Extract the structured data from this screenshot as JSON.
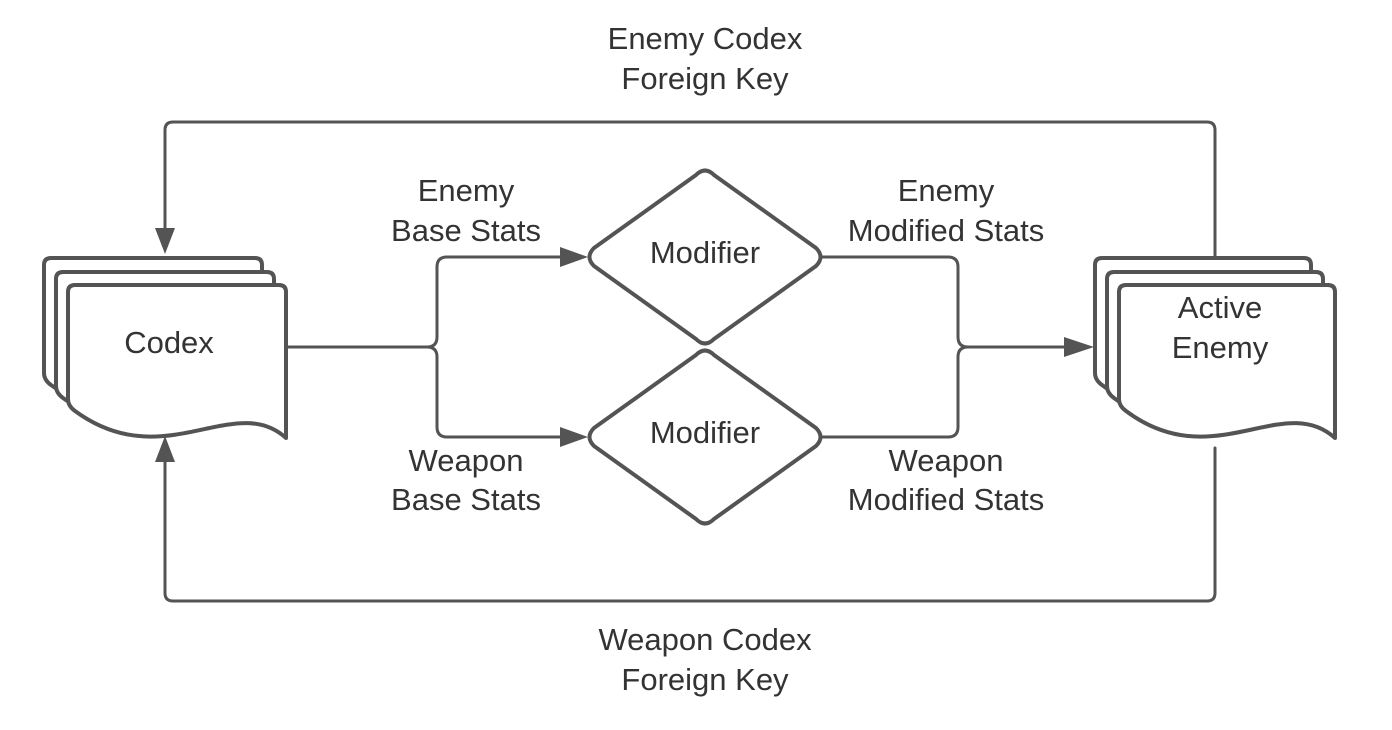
{
  "colors": {
    "stroke": "#545454",
    "text": "#333333",
    "background": "#ffffff"
  },
  "nodes": {
    "codex": {
      "shape": "multi-document",
      "label": "Codex"
    },
    "modifier_top": {
      "shape": "diamond",
      "label": "Modifier"
    },
    "modifier_bottom": {
      "shape": "diamond",
      "label": "Modifier"
    },
    "active_enemy": {
      "shape": "multi-document",
      "label_line1": "Active",
      "label_line2": "Enemy"
    }
  },
  "edges": {
    "enemy_codex_fk": {
      "line1": "Enemy Codex",
      "line2": "Foreign Key"
    },
    "weapon_codex_fk": {
      "line1": "Weapon Codex",
      "line2": "Foreign Key"
    },
    "enemy_base_stats": {
      "line1": "Enemy",
      "line2": "Base Stats"
    },
    "weapon_base_stats": {
      "line1": "Weapon",
      "line2": "Base Stats"
    },
    "enemy_modified_stats": {
      "line1": "Enemy",
      "line2": "Modified Stats"
    },
    "weapon_modified_stats": {
      "line1": "Weapon",
      "line2": "Modified Stats"
    }
  }
}
